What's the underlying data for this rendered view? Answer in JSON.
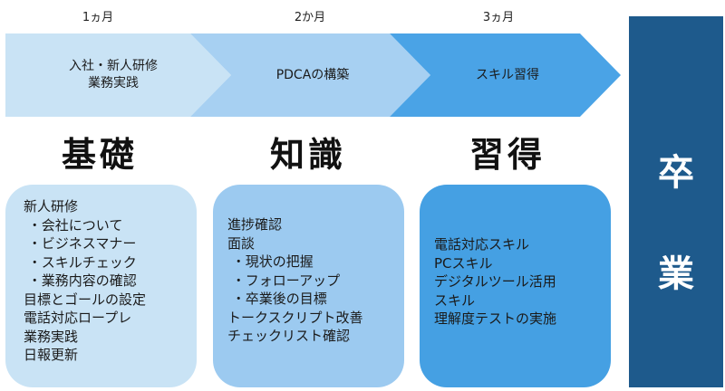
{
  "stages": [
    {
      "period": "1ヵ月",
      "label_lines": [
        "入社・新人研修",
        "業務実践"
      ],
      "heading": "基礎",
      "details": [
        "新人研修",
        " ・会社について",
        " ・ビジネスマナー",
        " ・スキルチェック",
        " ・業務内容の確認",
        "目標とゴールの設定",
        "電話対応ロープレ",
        "業務実践",
        "日報更新"
      ],
      "arrow_color": "#c9e3f5",
      "box_color": "#c9e3f5"
    },
    {
      "period": "2か月",
      "label_lines": [
        "PDCAの構築"
      ],
      "heading": "知識",
      "details": [
        "進捗確認",
        "面談",
        " ・現状の把握",
        " ・フォローアップ",
        " ・卒業後の目標",
        "トークスクリプト改善",
        "チェックリスト確認"
      ],
      "arrow_color": "#a7d0f2",
      "box_color": "#9ccaf0"
    },
    {
      "period": "3ヵ月",
      "label_lines": [
        "スキル習得"
      ],
      "heading": "習得",
      "details": [
        "電話対応スキル",
        "PCスキル",
        "デジタルツール活用",
        "スキル",
        "理解度テストの実施"
      ],
      "arrow_color": "#4aa3e6",
      "box_color": "#45a0e3"
    }
  ],
  "graduation": {
    "chars": [
      "卒",
      "業"
    ],
    "color": "#1e5a8c"
  }
}
